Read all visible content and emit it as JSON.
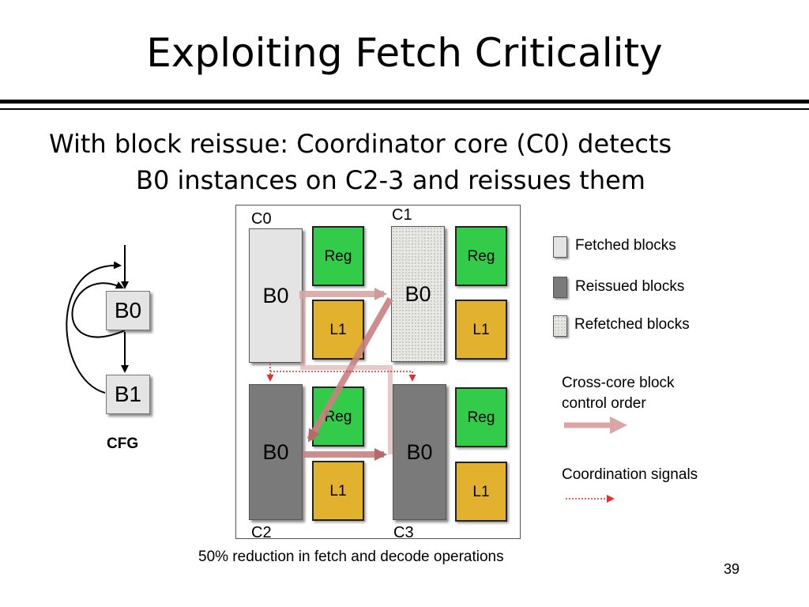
{
  "title": "Exploiting Fetch Criticality",
  "subtitle": {
    "line1": "With block reissue: Coordinator core (C0) detects",
    "line2": "B0 instances on C2-3 and reissues them"
  },
  "cfg": {
    "node_b0": "B0",
    "node_b1": "B1",
    "caption": "CFG"
  },
  "cores": {
    "c0": {
      "label": "C0",
      "block": "B0",
      "reg": "Reg",
      "l1": "L1",
      "state": "fetched"
    },
    "c1": {
      "label": "C1",
      "block": "B0",
      "reg": "Reg",
      "l1": "L1",
      "state": "refetched"
    },
    "c2": {
      "label": "C2",
      "block": "B0",
      "reg": "Reg",
      "l1": "L1",
      "state": "reissued"
    },
    "c3": {
      "label": "C3",
      "block": "B0",
      "reg": "Reg",
      "l1": "L1",
      "state": "reissued"
    }
  },
  "legend": {
    "fetched": "Fetched blocks",
    "reissued": "Reissued blocks",
    "refetched": "Refetched blocks",
    "control_order": "Cross-core block control order",
    "coordination": "Coordination signals"
  },
  "colors": {
    "reg": "#33cc4a",
    "l1": "#e2b22e",
    "fetched": "#e4e4e4",
    "reissued": "#7a7a7a",
    "control_arrow": "#d9a5a5",
    "coordination_arrow": "#e03030"
  },
  "caption": "50% reduction in fetch and decode operations",
  "page_number": "39"
}
